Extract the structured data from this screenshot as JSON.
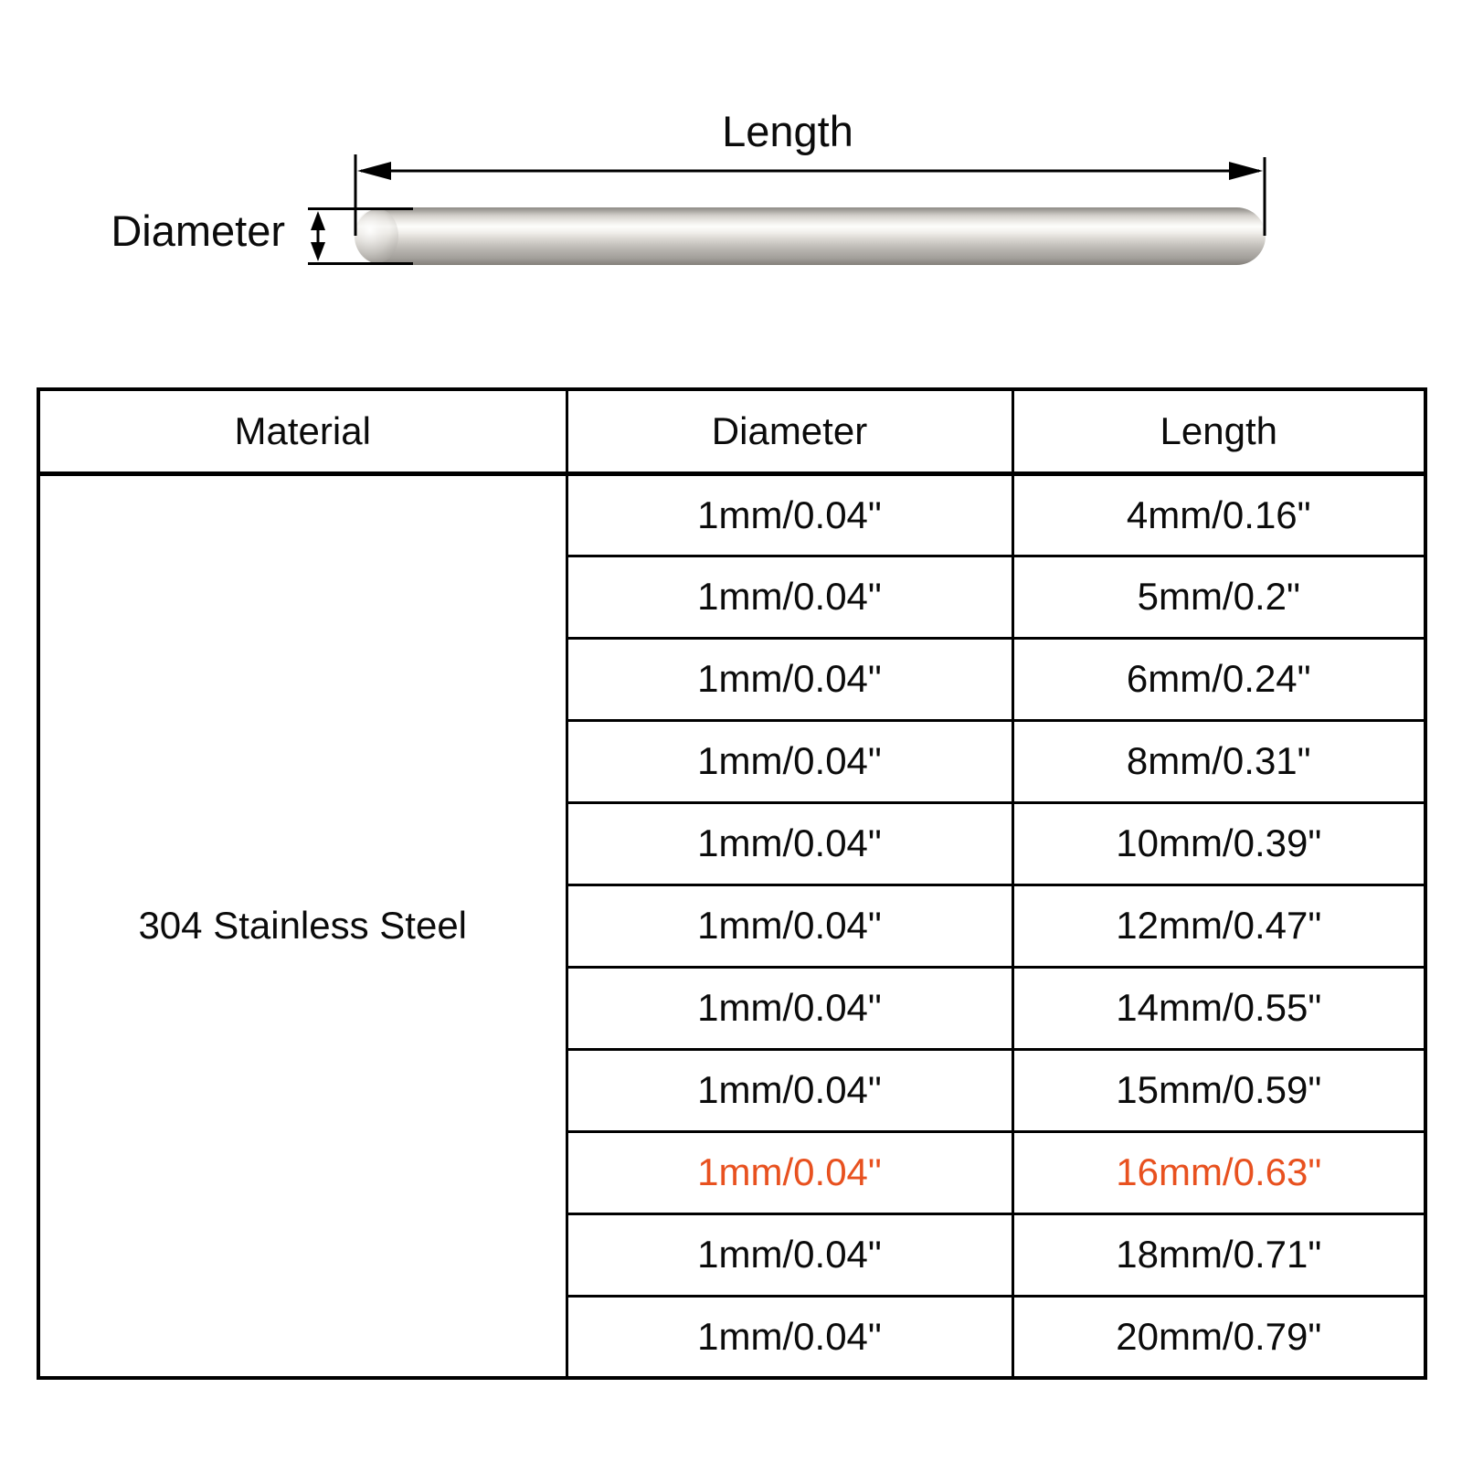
{
  "diagram": {
    "length_label": "Length",
    "diameter_label": "Diameter"
  },
  "table": {
    "headers": [
      "Material",
      "Diameter",
      "Length"
    ],
    "material": "304 Stainless Steel",
    "highlight_color": "#e8511f",
    "rows": [
      {
        "diameter": "1mm/0.04\"",
        "length": "4mm/0.16\"",
        "highlight": false
      },
      {
        "diameter": "1mm/0.04\"",
        "length": "5mm/0.2\"",
        "highlight": false
      },
      {
        "diameter": "1mm/0.04\"",
        "length": "6mm/0.24\"",
        "highlight": false
      },
      {
        "diameter": "1mm/0.04\"",
        "length": "8mm/0.31\"",
        "highlight": false
      },
      {
        "diameter": "1mm/0.04\"",
        "length": "10mm/0.39\"",
        "highlight": false
      },
      {
        "diameter": "1mm/0.04\"",
        "length": "12mm/0.47\"",
        "highlight": false
      },
      {
        "diameter": "1mm/0.04\"",
        "length": "14mm/0.55\"",
        "highlight": false
      },
      {
        "diameter": "1mm/0.04\"",
        "length": "15mm/0.59\"",
        "highlight": false
      },
      {
        "diameter": "1mm/0.04\"",
        "length": "16mm/0.63\"",
        "highlight": true
      },
      {
        "diameter": "1mm/0.04\"",
        "length": "18mm/0.71\"",
        "highlight": false
      },
      {
        "diameter": "1mm/0.04\"",
        "length": "20mm/0.79\"",
        "highlight": false
      }
    ]
  }
}
